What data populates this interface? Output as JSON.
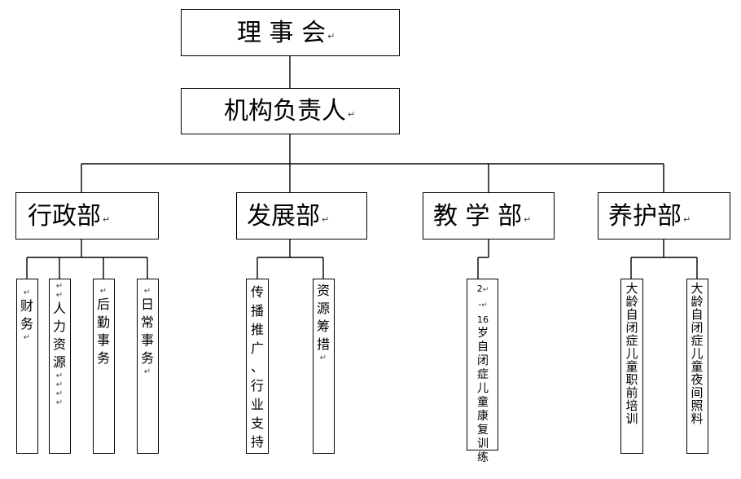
{
  "board": {
    "label": "理 事 会"
  },
  "head": {
    "label": "机构负责人"
  },
  "departments": [
    {
      "label": "行政部",
      "units": [
        {
          "label": "财务"
        },
        {
          "label": "人力资源"
        },
        {
          "label": "后勤事务"
        },
        {
          "label": "日常事务"
        }
      ]
    },
    {
      "label": "发展部",
      "units": [
        {
          "label": "传播推广、行业支持"
        },
        {
          "label": "资源筹措"
        }
      ]
    },
    {
      "label": "教 学 部",
      "units": [
        {
          "label_top": "2",
          "label_dash": "-",
          "label_num": "16",
          "label_rest": "岁自闭症儿童康复训练"
        }
      ]
    },
    {
      "label": "养护部",
      "units": [
        {
          "label": "大龄自闭症儿童职前培训"
        },
        {
          "label": "大龄自闭症儿童夜间照料"
        }
      ]
    }
  ],
  "return_mark": "↵"
}
